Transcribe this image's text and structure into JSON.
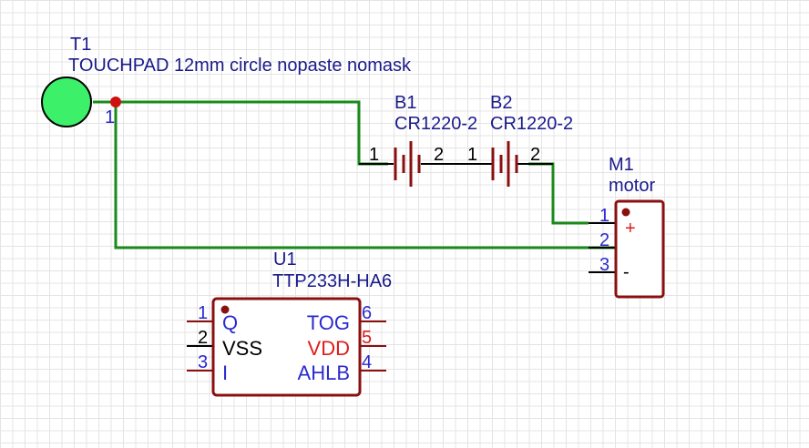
{
  "colors": {
    "wire": "#1a8a1a",
    "component_body": "#8a1010",
    "reference_text": "#1a1a8c",
    "power_pin_text": "#e01b1b",
    "touchpad_fill": "#3cf06a"
  },
  "touchpad": {
    "ref": "T1",
    "value": "TOUCHPAD 12mm circle nopaste nomask",
    "pin": "1"
  },
  "batteries": [
    {
      "ref": "B1",
      "value": "CR1220-2",
      "pin_left": "1",
      "pin_right": "2"
    },
    {
      "ref": "B2",
      "value": "CR1220-2",
      "pin_left": "1",
      "pin_right": "2"
    }
  ],
  "motor": {
    "ref": "M1",
    "value": "motor",
    "pins": [
      "1",
      "2",
      "3"
    ],
    "plus_symbol": "+",
    "minus_symbol": "-"
  },
  "ic": {
    "ref": "U1",
    "value": "TTP233H-HA6",
    "left_pins": [
      {
        "num": "1",
        "name": "Q"
      },
      {
        "num": "2",
        "name": "VSS"
      },
      {
        "num": "3",
        "name": "I"
      }
    ],
    "right_pins": [
      {
        "num": "6",
        "name": "TOG"
      },
      {
        "num": "5",
        "name": "VDD"
      },
      {
        "num": "4",
        "name": "AHLB"
      }
    ]
  }
}
